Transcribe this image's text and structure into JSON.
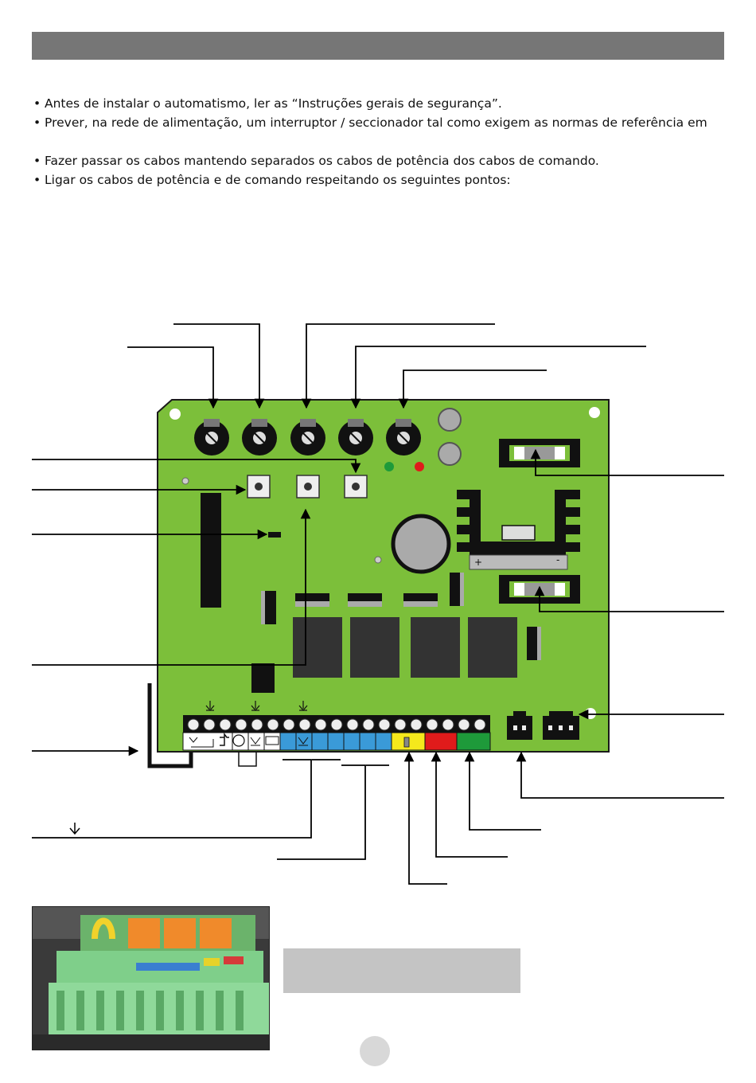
{
  "instructions": [
    "Antes de instalar o automatismo, ler as “Instruções gerais de segurança”.",
    "Prever, na rede de alimentação, um interruptor / seccionador tal como exigem as normas de referência em",
    "Fazer passar os cabos mantendo separados os cabos de potência dos cabos de comando.",
    "Ligar os cabos de potência e de comando respeitando os seguintes pontos:"
  ],
  "bullet_symbol": "•",
  "board": {
    "polarity_plus": "+",
    "polarity_minus": "-",
    "ground_symbol": "⏚",
    "down_arrow": "↓"
  },
  "colors": {
    "pcb_green": "#7cbf3a",
    "terminal_blue": "#3a9ad8",
    "terminal_yellow": "#f5e81c",
    "terminal_red": "#e01b1b",
    "terminal_green": "#1e9a3a",
    "led_green": "#1e9a3a",
    "led_red": "#e01b1b",
    "header_gray": "#767676",
    "note_gray": "#c4c4c4"
  }
}
